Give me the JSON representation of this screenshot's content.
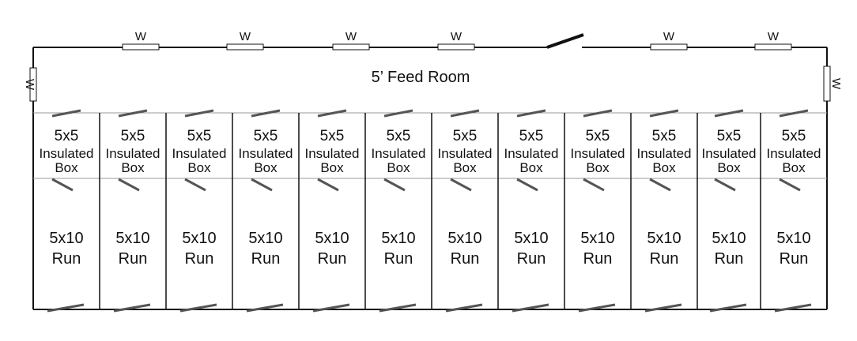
{
  "feed_room": {
    "label": "5’ Feed Room"
  },
  "window_label": "W",
  "stalls": [
    {
      "box_size": "5x5",
      "box_label_1": "Insulated",
      "box_label_2": "Box",
      "run_size": "5x10",
      "run_label": "Run"
    },
    {
      "box_size": "5x5",
      "box_label_1": "Insulated",
      "box_label_2": "Box",
      "run_size": "5x10",
      "run_label": "Run"
    },
    {
      "box_size": "5x5",
      "box_label_1": "Insulated",
      "box_label_2": "Box",
      "run_size": "5x10",
      "run_label": "Run"
    },
    {
      "box_size": "5x5",
      "box_label_1": "Insulated",
      "box_label_2": "Box",
      "run_size": "5x10",
      "run_label": "Run"
    },
    {
      "box_size": "5x5",
      "box_label_1": "Insulated",
      "box_label_2": "Box",
      "run_size": "5x10",
      "run_label": "Run"
    },
    {
      "box_size": "5x5",
      "box_label_1": "Insulated",
      "box_label_2": "Box",
      "run_size": "5x10",
      "run_label": "Run"
    },
    {
      "box_size": "5x5",
      "box_label_1": "Insulated",
      "box_label_2": "Box",
      "run_size": "5x10",
      "run_label": "Run"
    },
    {
      "box_size": "5x5",
      "box_label_1": "Insulated",
      "box_label_2": "Box",
      "run_size": "5x10",
      "run_label": "Run"
    },
    {
      "box_size": "5x5",
      "box_label_1": "Insulated",
      "box_label_2": "Box",
      "run_size": "5x10",
      "run_label": "Run"
    },
    {
      "box_size": "5x5",
      "box_label_1": "Insulated",
      "box_label_2": "Box",
      "run_size": "5x10",
      "run_label": "Run"
    },
    {
      "box_size": "5x5",
      "box_label_1": "Insulated",
      "box_label_2": "Box",
      "run_size": "5x10",
      "run_label": "Run"
    },
    {
      "box_size": "5x5",
      "box_label_1": "Insulated",
      "box_label_2": "Box",
      "run_size": "5x10",
      "run_label": "Run"
    }
  ],
  "colors": {
    "wall": "#111111",
    "divider": "#999999",
    "door": "#555555"
  }
}
